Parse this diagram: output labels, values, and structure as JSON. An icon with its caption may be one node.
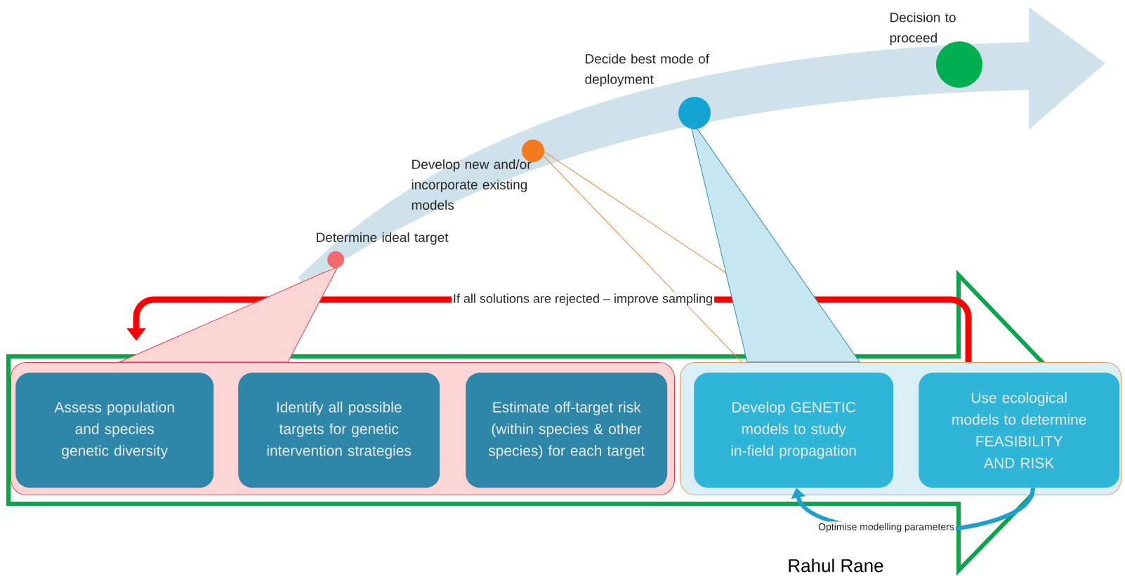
{
  "diagram": {
    "nodes": [
      {
        "text": [
          "Determine ideal target"
        ]
      },
      {
        "text": [
          "Develop new and/or incorporate existing models"
        ]
      },
      {
        "text": [
          "Decide best mode of deployment"
        ]
      },
      {
        "text": [
          "Decision to proceed"
        ]
      },
      {
        "text": [],
        "shape": "box"
      },
      {
        "text": [
          "Assess population and species genetic diversity"
        ],
        "in": 4
      },
      {
        "text": [
          "Identify all possible targets for genetic intervention strategies"
        ],
        "in": 4
      },
      {
        "text": [
          "Estimate off-target risk (within species & other species) for each target"
        ],
        "in": 4
      },
      {
        "text": [],
        "shape": "box"
      },
      {
        "text": [
          "Develop GENETIC models to study in-field propagation"
        ],
        "in": 8
      },
      {
        "text": [
          "Use ecological models to determine FEASIBILITY AND RISK"
        ],
        "in": 8
      }
    ],
    "edges": [
      {
        "from": 8,
        "to": 4,
        "arrow": "to",
        "label": "If all solutions are rejected – improve sampling",
        "style": "thick",
        "color": "#ff0000"
      },
      {
        "from": 10,
        "to": 9,
        "arrow": "to",
        "label": "Optimise modelling parameters",
        "style": "thick",
        "color": "#1f9fd0"
      },
      {
        "from": 0,
        "to": 4,
        "arrow": "none",
        "color": "#e8404c"
      },
      {
        "from": 1,
        "to": 8,
        "arrow": "none",
        "color": "#f07f2c"
      },
      {
        "from": 1,
        "to": 8,
        "arrow": "none",
        "color": "#f07f2c"
      },
      {
        "from": 2,
        "to": 8,
        "arrow": "none",
        "color": "#2e8fb0"
      }
    ],
    "labels": [
      "Rahul Rane"
    ]
  }
}
